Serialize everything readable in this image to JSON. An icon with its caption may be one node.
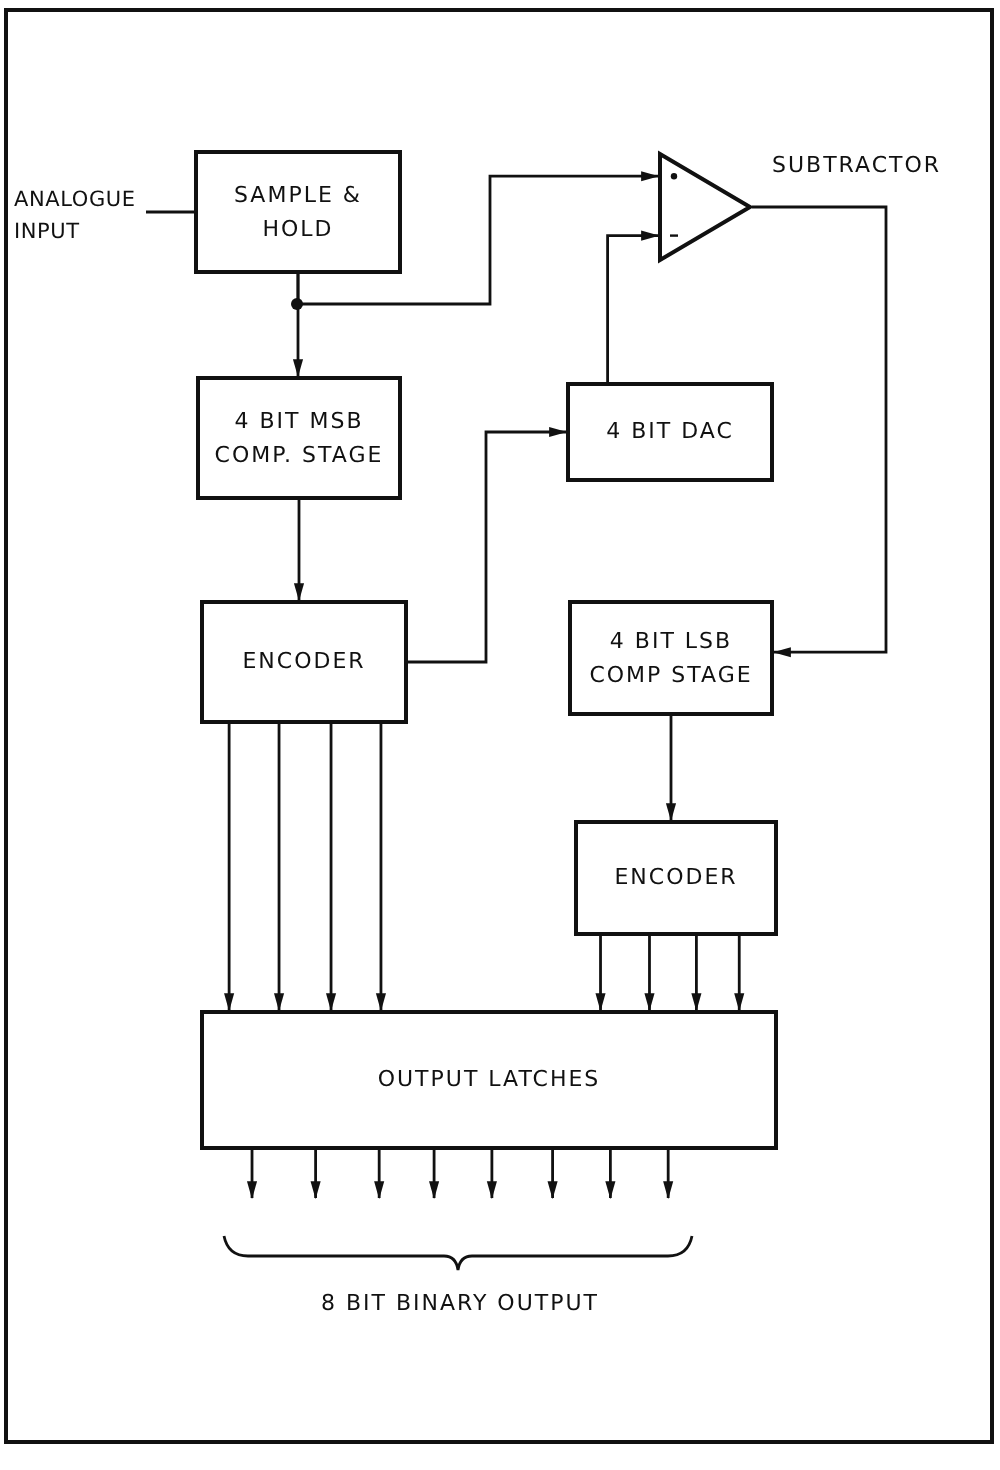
{
  "diagram": {
    "nodes": [
      {
        "text": [
          "ANALOGUE INPUT"
        ]
      },
      {
        "text": [
          "SAMPLE & HOLD"
        ]
      },
      {
        "text": [
          "4 BIT MSB COMP. STAGE"
        ]
      },
      {
        "text": [
          "ENCODER"
        ]
      },
      {
        "text": [],
        "shape": "triangle",
        "beside": [
          "SUBTRACTOR"
        ]
      },
      {
        "text": [
          "4 BIT DAC"
        ]
      },
      {
        "text": [
          "4 BIT LSB COMP STAGE"
        ]
      },
      {
        "text": [
          "ENCODER"
        ]
      },
      {
        "text": [
          "OUTPUT LATCHES"
        ]
      }
    ],
    "edges": [
      {
        "from": 0,
        "to": 1,
        "arrow": "none"
      },
      {
        "from": 1,
        "to": 2,
        "arrow": "to"
      },
      {
        "from": 1,
        "to": 4,
        "arrow": "to"
      },
      {
        "from": 2,
        "to": 3,
        "arrow": "to"
      },
      {
        "from": 3,
        "to": 5,
        "arrow": "to"
      },
      {
        "from": 5,
        "to": 4,
        "arrow": "to"
      },
      {
        "from": 4,
        "to": 6,
        "arrow": "to"
      },
      {
        "from": 6,
        "to": 7,
        "arrow": "to"
      },
      {
        "from": 3,
        "to": 8,
        "arrow": "to"
      },
      {
        "from": 3,
        "to": 8,
        "arrow": "to"
      },
      {
        "from": 3,
        "to": 8,
        "arrow": "to"
      },
      {
        "from": 3,
        "to": 8,
        "arrow": "to"
      },
      {
        "from": 7,
        "to": 8,
        "arrow": "to"
      },
      {
        "from": 7,
        "to": 8,
        "arrow": "to"
      },
      {
        "from": 7,
        "to": 8,
        "arrow": "to"
      },
      {
        "from": 7,
        "to": 8,
        "arrow": "to"
      },
      {
        "from": 8,
        "to": null,
        "arrow": "to"
      },
      {
        "from": 8,
        "to": null,
        "arrow": "to"
      },
      {
        "from": 8,
        "to": null,
        "arrow": "to"
      },
      {
        "from": 8,
        "to": null,
        "arrow": "to"
      },
      {
        "from": 8,
        "to": null,
        "arrow": "to"
      },
      {
        "from": 8,
        "to": null,
        "arrow": "to"
      },
      {
        "from": 8,
        "to": null,
        "arrow": "to"
      },
      {
        "from": 8,
        "to": null,
        "arrow": "to"
      }
    ],
    "labels": [
      "8 BIT BINARY OUTPUT"
    ]
  }
}
